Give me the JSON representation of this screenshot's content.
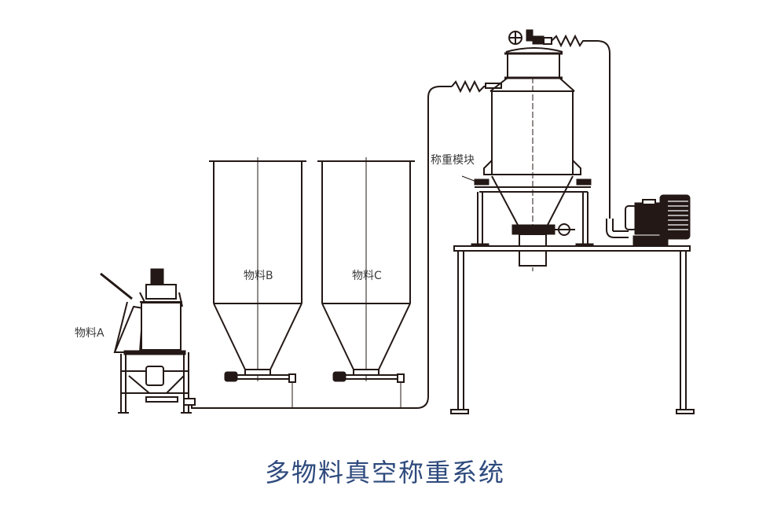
{
  "title": "多物料真空称重系统",
  "labels": {
    "material_a": "物料A",
    "material_b": "物料B",
    "material_c": "物料C",
    "weighing_module": "称重模块"
  },
  "colors": {
    "line": "#231815",
    "title": "#2e4a7d",
    "label": "#3a3a3a"
  }
}
